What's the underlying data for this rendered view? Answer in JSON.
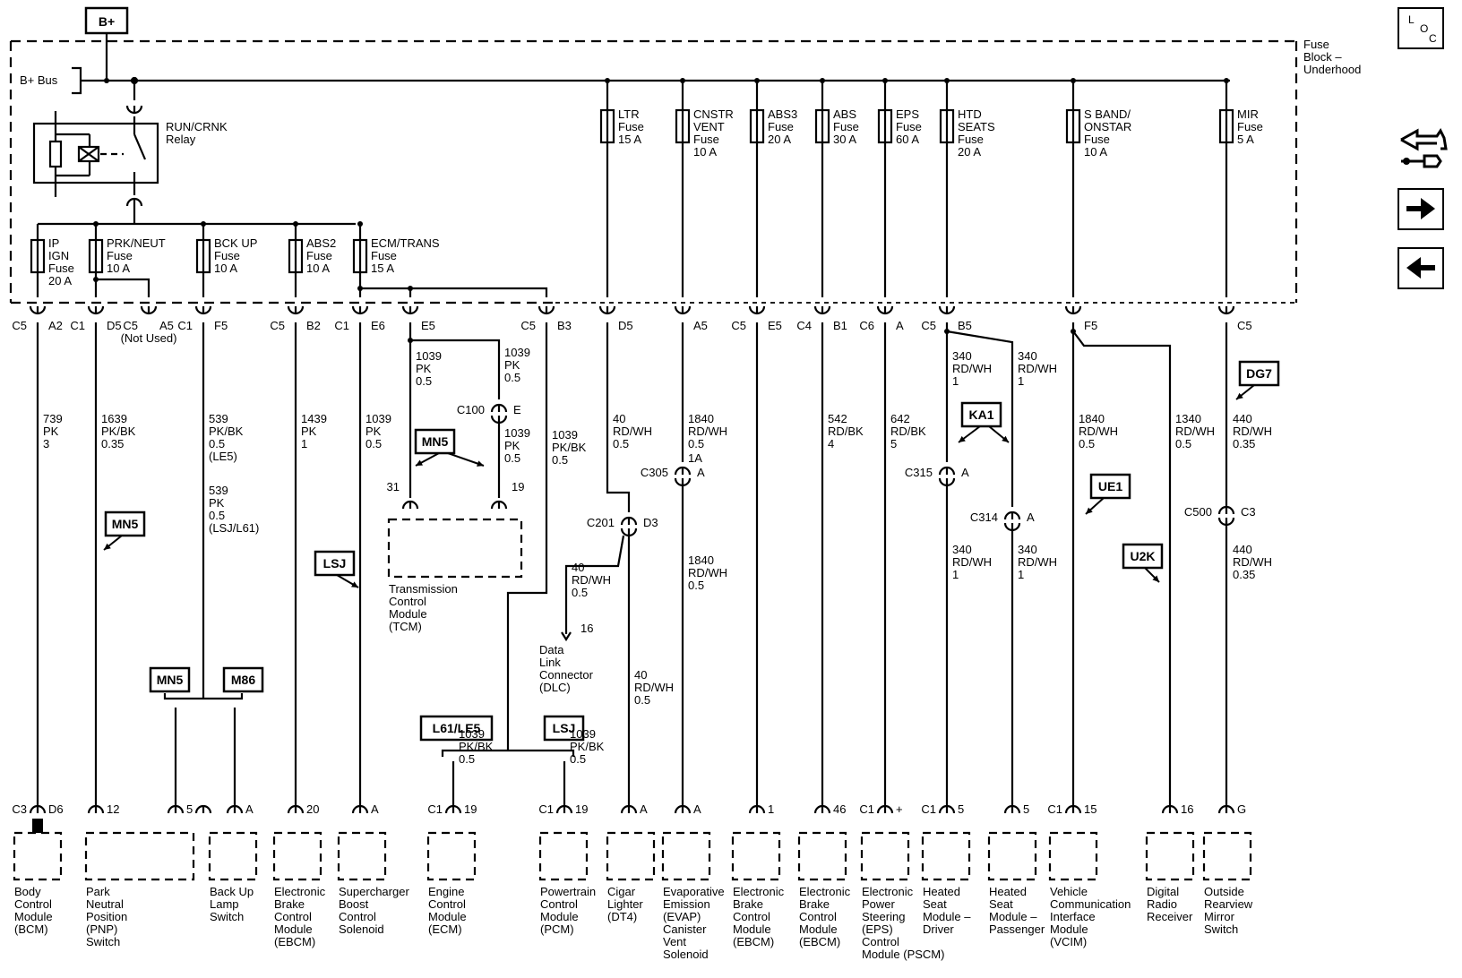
{
  "title_box": "B+",
  "bus_label": "B+ Bus",
  "fuse_block_label": [
    "Fuse",
    "Block –",
    "Underhood"
  ],
  "relay_label": [
    "RUN/CRNK",
    "Relay"
  ],
  "not_used": "(Not Used)",
  "nav": {
    "loc_letters": [
      "L",
      "O",
      "C"
    ],
    "loc_icon": "loc-icon",
    "connector_icon": "connector-end-view-icon",
    "next_icon": "arrow-right-icon",
    "prev_icon": "arrow-left-icon"
  },
  "fuses_top": [
    {
      "name": "LTR",
      "lines": [
        "LTR",
        "Fuse",
        "15 A"
      ]
    },
    {
      "name": "CNSTR VENT",
      "lines": [
        "CNSTR",
        "VENT",
        "Fuse",
        "10 A"
      ]
    },
    {
      "name": "ABS3",
      "lines": [
        "ABS3",
        "Fuse",
        "20 A"
      ]
    },
    {
      "name": "ABS",
      "lines": [
        "ABS",
        "Fuse",
        "30 A"
      ]
    },
    {
      "name": "EPS",
      "lines": [
        "EPS",
        "Fuse",
        "60 A"
      ]
    },
    {
      "name": "HTD SEATS",
      "lines": [
        "HTD",
        "SEATS",
        "Fuse",
        "20 A"
      ]
    },
    {
      "name": "S BAND/ONSTAR",
      "lines": [
        "S BAND/",
        "ONSTAR",
        "Fuse",
        "10 A"
      ]
    },
    {
      "name": "MIR",
      "lines": [
        "MIR",
        "Fuse",
        "5 A"
      ]
    }
  ],
  "fuses_lower": [
    {
      "name": "IP IGN",
      "lines": [
        "IP",
        "IGN",
        "Fuse",
        "20 A"
      ]
    },
    {
      "name": "PRK/NEUT",
      "lines": [
        "PRK/NEUT",
        "Fuse",
        "10 A"
      ]
    },
    {
      "name": "BCK UP",
      "lines": [
        "BCK UP",
        "Fuse",
        "10 A"
      ]
    },
    {
      "name": "ABS2",
      "lines": [
        "ABS2",
        "Fuse",
        "10 A"
      ]
    },
    {
      "name": "ECM/TRANS",
      "lines": [
        "ECM/TRANS",
        "Fuse",
        "15 A"
      ]
    }
  ],
  "fuse_block_pins": [
    {
      "c": "C5",
      "p": "A2"
    },
    {
      "c": "C1",
      "p": "D5"
    },
    {
      "c": "C5",
      "p": "A5"
    },
    {
      "c": "C1",
      "p": "F5"
    },
    {
      "c": "C5",
      "p": "B2"
    },
    {
      "c": "C1",
      "p": "E6"
    },
    {
      "c": "",
      "p": "E5"
    },
    {
      "c": "C5",
      "p": "B3"
    },
    {
      "c": "",
      "p": "D5"
    },
    {
      "c": "",
      "p": "A5"
    },
    {
      "c": "C5",
      "p": "E5"
    },
    {
      "c": "C4",
      "p": "B1"
    },
    {
      "c": "C6",
      "p": "A"
    },
    {
      "c": "C5",
      "p": "B5"
    },
    {
      "c": "",
      "p": "F5"
    },
    {
      "c": "",
      "p": "C5"
    }
  ],
  "wires": [
    [
      "739",
      "PK",
      "3"
    ],
    [
      "1639",
      "PK/BK",
      "0.35"
    ],
    [
      "539",
      "PK/BK",
      "0.5",
      "(LE5)"
    ],
    [
      "539",
      "PK",
      "0.5",
      "(LSJ/L61)"
    ],
    [
      "1439",
      "PK",
      "1"
    ],
    [
      "1039",
      "PK",
      "0.5"
    ],
    [
      "1039",
      "PK",
      "0.5"
    ],
    [
      "1039",
      "PK",
      "0.5"
    ],
    [
      "1039",
      "PK",
      "0.5"
    ],
    [
      "1039",
      "PK/BK",
      "0.5"
    ],
    [
      "40",
      "RD/WH",
      "0.5"
    ],
    [
      "40",
      "RD/WH",
      "0.5"
    ],
    [
      "40",
      "RD/WH",
      "0.5"
    ],
    [
      "1840",
      "RD/WH",
      "0.5"
    ],
    [
      "1840",
      "RD/WH",
      "0.5"
    ],
    [
      "542",
      "RD/BK",
      "4"
    ],
    [
      "642",
      "RD/BK",
      "5"
    ],
    [
      "340",
      "RD/WH",
      "1"
    ],
    [
      "340",
      "RD/WH",
      "1"
    ],
    [
      "340",
      "RD/WH",
      "1"
    ],
    [
      "340",
      "RD/WH",
      "1"
    ],
    [
      "1840",
      "RD/WH",
      "0.5"
    ],
    [
      "1340",
      "RD/WH",
      "0.5"
    ],
    [
      "440",
      "RD/WH",
      "0.35"
    ],
    [
      "440",
      "RD/WH",
      "0.35"
    ],
    [
      "1039",
      "PK/BK",
      "0.5"
    ],
    [
      "1039",
      "PK/BK",
      "0.5"
    ]
  ],
  "inline_connectors": [
    {
      "name": "C100",
      "pin": "E"
    },
    {
      "name": "C305",
      "pin": "A",
      "pin2": "1A"
    },
    {
      "name": "C201",
      "pin": "D3"
    },
    {
      "name": "C315",
      "pin": "A"
    },
    {
      "name": "C314",
      "pin": "A"
    },
    {
      "name": "C500",
      "pin": "C3"
    }
  ],
  "option_tags": [
    "MN5",
    "MN5",
    "LSJ",
    "MN5",
    "M86",
    "L61/LE5",
    "LSJ",
    "KA1",
    "UE1",
    "U2K",
    "DG7"
  ],
  "tcm": {
    "pins": [
      "31",
      "19"
    ],
    "label": [
      "Transmission",
      "Control",
      "Module",
      "(TCM)"
    ]
  },
  "dlc": {
    "pin": "16",
    "label": [
      "Data",
      "Link",
      "Connector",
      "(DLC)"
    ]
  },
  "modules": [
    {
      "conn": "C3",
      "pin": "D6",
      "label": [
        "Body",
        "Control",
        "Module",
        "(BCM)"
      ]
    },
    {
      "conn": "",
      "pin": "12",
      "label": [
        "Park",
        "Neutral",
        "Position",
        "(PNP)",
        "Switch"
      ],
      "pin2": "5"
    },
    {
      "conn": "",
      "pin": "A",
      "label": [
        "Back Up",
        "Lamp",
        "Switch"
      ]
    },
    {
      "conn": "",
      "pin": "20",
      "label": [
        "Electronic",
        "Brake",
        "Control",
        "Module",
        "(EBCM)"
      ]
    },
    {
      "conn": "",
      "pin": "A",
      "label": [
        "Supercharger",
        "Boost",
        "Control",
        "Solenoid"
      ]
    },
    {
      "conn": "C1",
      "pin": "19",
      "label": [
        "Engine",
        "Control",
        "Module",
        "(ECM)"
      ]
    },
    {
      "conn": "C1",
      "pin": "19",
      "label": [
        "Powertrain",
        "Control",
        "Module",
        "(PCM)"
      ]
    },
    {
      "conn": "",
      "pin": "A",
      "label": [
        "Cigar",
        "Lighter",
        "(DT4)"
      ]
    },
    {
      "conn": "",
      "pin": "A",
      "label": [
        "Evaporative",
        "Emission",
        "(EVAP)",
        "Canister",
        "Vent",
        "Solenoid"
      ]
    },
    {
      "conn": "",
      "pin": "1",
      "label": [
        "Electronic",
        "Brake",
        "Control",
        "Module",
        "(EBCM)"
      ]
    },
    {
      "conn": "",
      "pin": "46",
      "label": [
        "Electronic",
        "Brake",
        "Control",
        "Module",
        "(EBCM)"
      ]
    },
    {
      "conn": "C1",
      "pin": "+",
      "label": [
        "Electronic",
        "Power",
        "Steering",
        "(EPS)",
        "Control",
        "Module (PSCM)"
      ]
    },
    {
      "conn": "C1",
      "pin": "5",
      "label": [
        "Heated",
        "Seat",
        "Module –",
        "Driver"
      ]
    },
    {
      "conn": "",
      "pin": "5",
      "label": [
        "Heated",
        "Seat",
        "Module –",
        "Passenger"
      ]
    },
    {
      "conn": "C1",
      "pin": "15",
      "label": [
        "Vehicle",
        "Communication",
        "Interface",
        "Module",
        "(VCIM)"
      ]
    },
    {
      "conn": "",
      "pin": "16",
      "label": [
        "Digital",
        "Radio",
        "Receiver"
      ]
    },
    {
      "conn": "",
      "pin": "G",
      "label": [
        "Outside",
        "Rearview",
        "Mirror",
        "Switch"
      ]
    }
  ]
}
